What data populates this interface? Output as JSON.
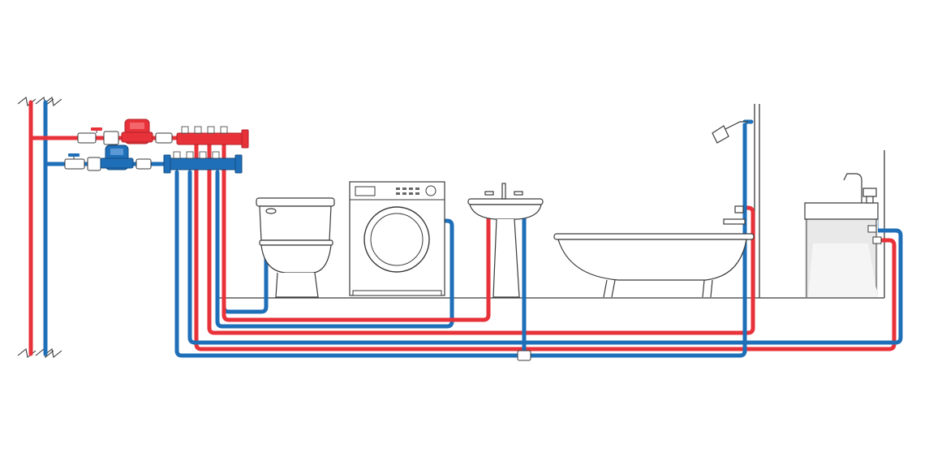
{
  "colors": {
    "hot": "#e8323a",
    "cold": "#1f6fb8",
    "fixture_line": "#3a3a3a",
    "fixture_fill": "#ffffff",
    "shade": "#e9e9e9",
    "background": "#ffffff"
  },
  "riser": {
    "break_symbol_top": "zigzag",
    "break_symbol_bottom": "zigzag"
  },
  "hot_line": {
    "valve": "ball-valve",
    "regulator": "pressure-regulator",
    "manifold_outlets": 4
  },
  "cold_line": {
    "valve": "ball-valve",
    "regulator": "pressure-regulator",
    "manifold_outlets": 4
  },
  "fixtures": [
    "toilet",
    "washing-machine",
    "washbasin",
    "bathtub",
    "kitchen-sink"
  ],
  "washing_machine_panel": {
    "display": "blank-display",
    "buttons": 8,
    "knob": "program-knob"
  }
}
